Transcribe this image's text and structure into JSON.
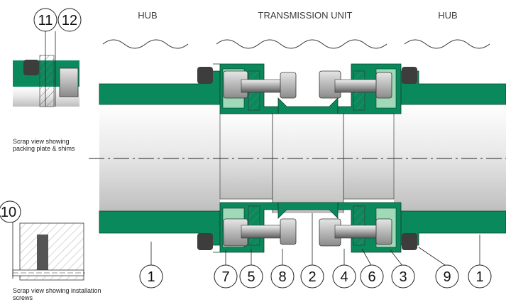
{
  "headers": {
    "hub_left": "HUB",
    "transmission_unit": "TRANSMISSION UNIT",
    "hub_right": "HUB"
  },
  "callouts_top_inset": [
    "11",
    "12"
  ],
  "callout_bottom_inset": "10",
  "callouts_bottom": [
    "1",
    "7",
    "5",
    "8",
    "2",
    "4",
    "6",
    "3",
    "9",
    "1"
  ],
  "captions": {
    "packing": "Scrap view showing packing plate & shims",
    "screws": "Scrap view showing installation screws"
  },
  "colors": {
    "green": "#0a8a5c",
    "light_green": "#9fd9b7",
    "dark_bolt": "#3d3d3d",
    "gray_steel": "#c8c8c8"
  }
}
